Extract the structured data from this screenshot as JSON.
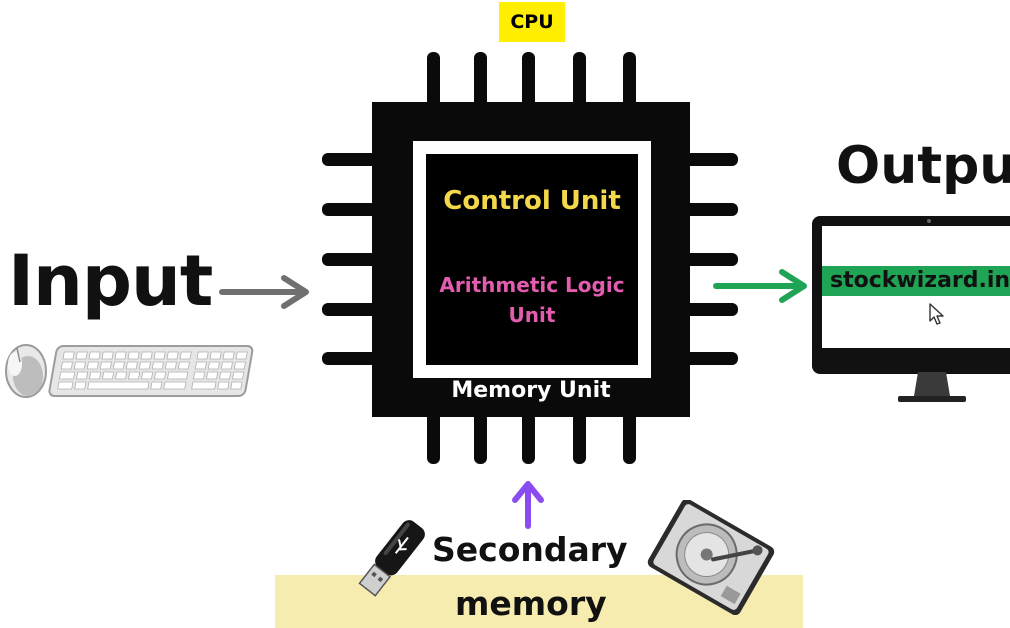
{
  "cpu": {
    "label": "CPU",
    "control_unit": "Control Unit",
    "alu_line1": "Arithmetic Logic",
    "alu_line2": "Unit",
    "memory_unit": "Memory Unit"
  },
  "input": {
    "label": "Input"
  },
  "output": {
    "label": "Output",
    "brand": "stockwizard.in"
  },
  "secondary_memory": {
    "line1": "Secondary",
    "line2": "memory"
  },
  "colors": {
    "cpu_label_bg": "#ffee00",
    "control_unit_text": "#f2d84a",
    "alu_text": "#e25cb0",
    "input_arrow": "#707070",
    "output_arrow": "#1fa355",
    "secondary_arrow": "#8a4bf0",
    "secondary_band": "#f7ecb0"
  },
  "icons": [
    "mouse-icon",
    "keyboard-icon",
    "monitor-icon",
    "cursor-icon",
    "usb-drive-icon",
    "hard-disk-icon"
  ]
}
